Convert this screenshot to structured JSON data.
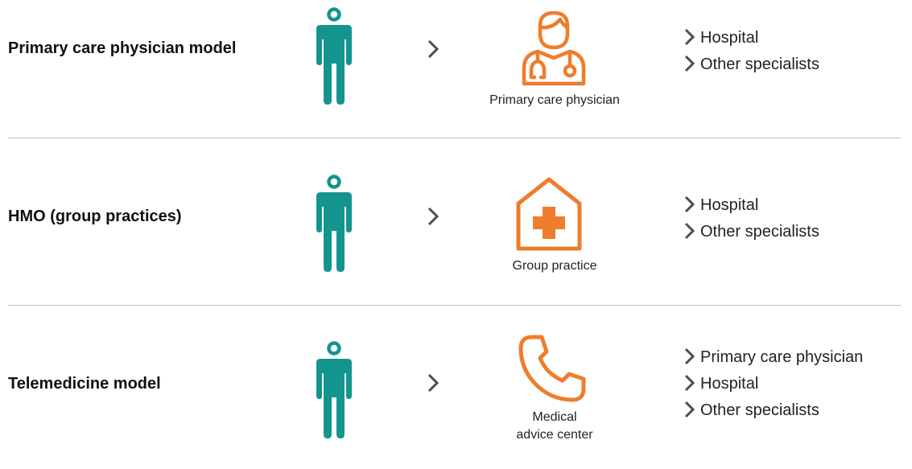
{
  "colors": {
    "person": "#14948e",
    "provider": "#ee7d2c",
    "chevron": "#4d4d4d",
    "divider": "#bfbfbf"
  },
  "rows": [
    {
      "title": "Primary care physician model",
      "person_icon": "person-icon",
      "arrow_icon": "chevron-right-icon",
      "provider_icon": "doctor-icon",
      "provider_label": "Primary care physician",
      "destinations": [
        "Hospital",
        "Other specialists"
      ]
    },
    {
      "title": "HMO (group practices)",
      "person_icon": "person-icon",
      "arrow_icon": "chevron-right-icon",
      "provider_icon": "medical-house-icon",
      "provider_label": "Group practice",
      "destinations": [
        "Hospital",
        "Other specialists"
      ]
    },
    {
      "title": "Telemedicine model",
      "person_icon": "person-icon",
      "arrow_icon": "chevron-right-icon",
      "provider_icon": "phone-icon",
      "provider_label_lines": [
        "Medical",
        "advice center"
      ],
      "destinations": [
        "Primary care physician",
        "Hospital",
        "Other specialists"
      ]
    }
  ]
}
